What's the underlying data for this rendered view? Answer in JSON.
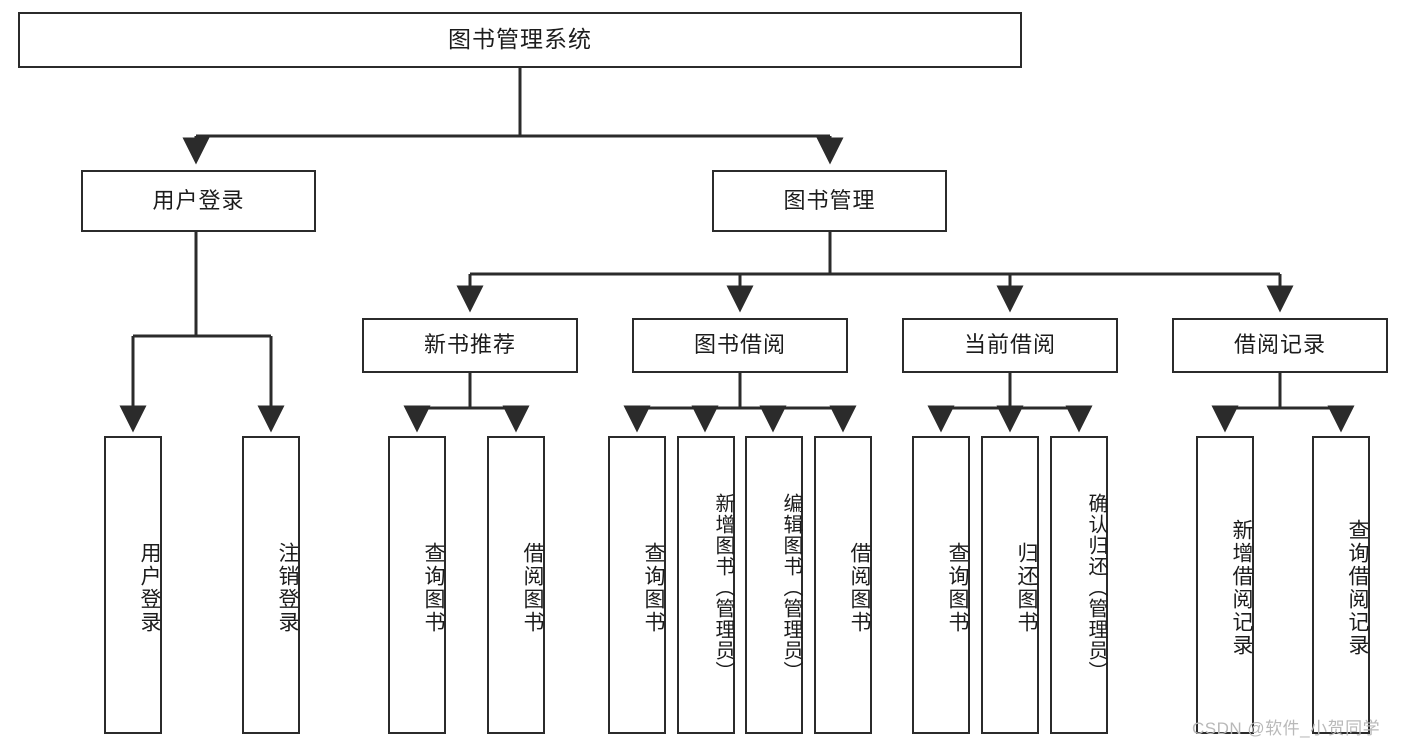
{
  "diagram": {
    "title": "图书管理系统",
    "type": "tree-hierarchy-chart",
    "colors": {
      "box_border": "#2b2b2b",
      "box_fill": "#ffffff",
      "connector": "#2b2b2b",
      "text": "#1c1c1c",
      "watermark": "#b9b9b9"
    },
    "watermark": "CSDN @软件_小贺同学",
    "nodes": {
      "root": {
        "label": "图书管理系统"
      },
      "level1": [
        {
          "id": "user-login",
          "label": "用户登录"
        },
        {
          "id": "book-manage",
          "label": "图书管理"
        }
      ],
      "level2": [
        {
          "id": "new-book-recommend",
          "label": "新书推荐"
        },
        {
          "id": "book-borrow",
          "label": "图书借阅"
        },
        {
          "id": "current-borrow",
          "label": "当前借阅"
        },
        {
          "id": "borrow-record",
          "label": "借阅记录"
        }
      ],
      "leaves": {
        "user_login": [
          {
            "id": "leaf-user-login",
            "label": "用户登录"
          },
          {
            "id": "leaf-logout-login",
            "label": "注销登录"
          }
        ],
        "new_book_recommend": [
          {
            "id": "leaf-query-book-1",
            "label": "查询图书"
          },
          {
            "id": "leaf-borrow-book-1",
            "label": "借阅图书"
          }
        ],
        "book_borrow": [
          {
            "id": "leaf-query-book-2",
            "label": "查询图书"
          },
          {
            "id": "leaf-add-book",
            "label": "新增图书（管理员）"
          },
          {
            "id": "leaf-edit-book",
            "label": "编辑图书（管理员）"
          },
          {
            "id": "leaf-borrow-book-2",
            "label": "借阅图书"
          }
        ],
        "current_borrow": [
          {
            "id": "leaf-query-book-3",
            "label": "查询图书"
          },
          {
            "id": "leaf-return-book",
            "label": "归还图书"
          },
          {
            "id": "leaf-confirm-return",
            "label": "确认归还（管理员）"
          }
        ],
        "borrow_record": [
          {
            "id": "leaf-add-record",
            "label": "新增借阅记录"
          },
          {
            "id": "leaf-query-record",
            "label": "查询借阅记录"
          }
        ]
      }
    }
  }
}
